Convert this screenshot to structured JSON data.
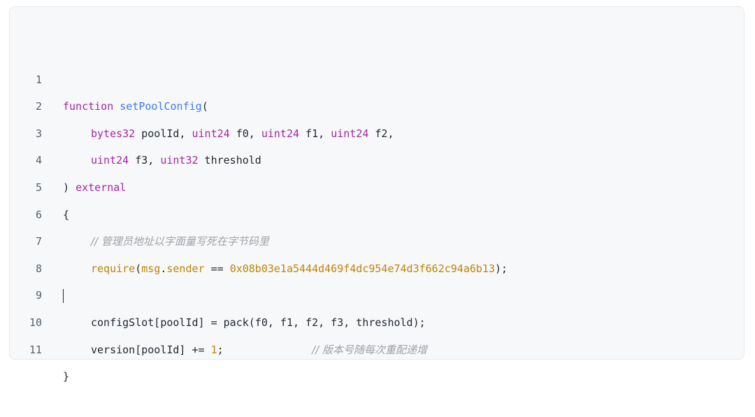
{
  "code_block": {
    "line_numbers": [
      "1",
      "2",
      "3",
      "4",
      "5",
      "6",
      "7",
      "8",
      "9",
      "10",
      "11"
    ],
    "l1": {
      "kw_function": "function",
      "name": "setPoolConfig",
      "open": "("
    },
    "l2": {
      "t1": "bytes32",
      "a1": " poolId, ",
      "t2": "uint24",
      "a2": " f0, ",
      "t3": "uint24",
      "a3": " f1, ",
      "t4": "uint24",
      "a4": " f2,"
    },
    "l3": {
      "t1": "uint24",
      "a1": " f3, ",
      "t2": "uint32",
      "a2": " threshold"
    },
    "l4": {
      "close": ") ",
      "kw_external": "external"
    },
    "l5": {
      "brace": "{"
    },
    "l6": {
      "comment": "// 管理员地址以字面量写死在字节码里"
    },
    "l7": {
      "require": "require",
      "p1": "(",
      "msg": "msg",
      "dot": ".",
      "sender": "sender",
      "eq": " == ",
      "addr": "0x08b03e1a5444d469f4dc954e74d3f662c94a6b13",
      "end": ");"
    },
    "l9": {
      "text": "configSlot[poolId] = pack(f0, f1, f2, f3, threshold);"
    },
    "l10": {
      "a": "version[poolId] += ",
      "num": "1",
      "semi": ";",
      "gap": "              ",
      "comment": "// 版本号随每次重配递增"
    },
    "l11": {
      "brace": "}"
    }
  }
}
